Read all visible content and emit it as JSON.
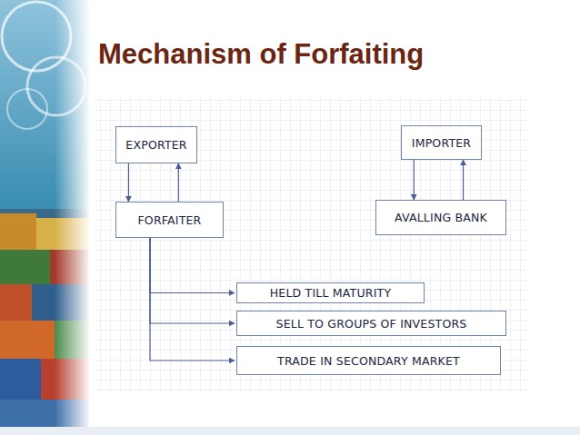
{
  "diagram": {
    "title": "Mechanism of Forfaiting",
    "nodes": [
      {
        "text": [
          "EXPORTER"
        ]
      },
      {
        "text": [
          "FORFAITER"
        ]
      },
      {
        "text": [
          "IMPORTER"
        ]
      },
      {
        "text": [
          "AVALLING BANK"
        ]
      },
      {
        "text": [
          "HELD TILL MATURITY"
        ]
      },
      {
        "text": [
          "SELL TO GROUPS OF INVESTORS"
        ]
      },
      {
        "text": [
          "TRADE IN SECONDARY MARKET"
        ]
      }
    ],
    "edges": [
      {
        "from": 0,
        "to": 1,
        "arrow": "to"
      },
      {
        "from": 1,
        "to": 0,
        "arrow": "to"
      },
      {
        "from": 2,
        "to": 3,
        "arrow": "to"
      },
      {
        "from": 3,
        "to": 2,
        "arrow": "to"
      },
      {
        "from": 1,
        "to": 4,
        "arrow": "to"
      },
      {
        "from": 1,
        "to": 5,
        "arrow": "to"
      },
      {
        "from": 1,
        "to": 6,
        "arrow": "to"
      }
    ]
  }
}
